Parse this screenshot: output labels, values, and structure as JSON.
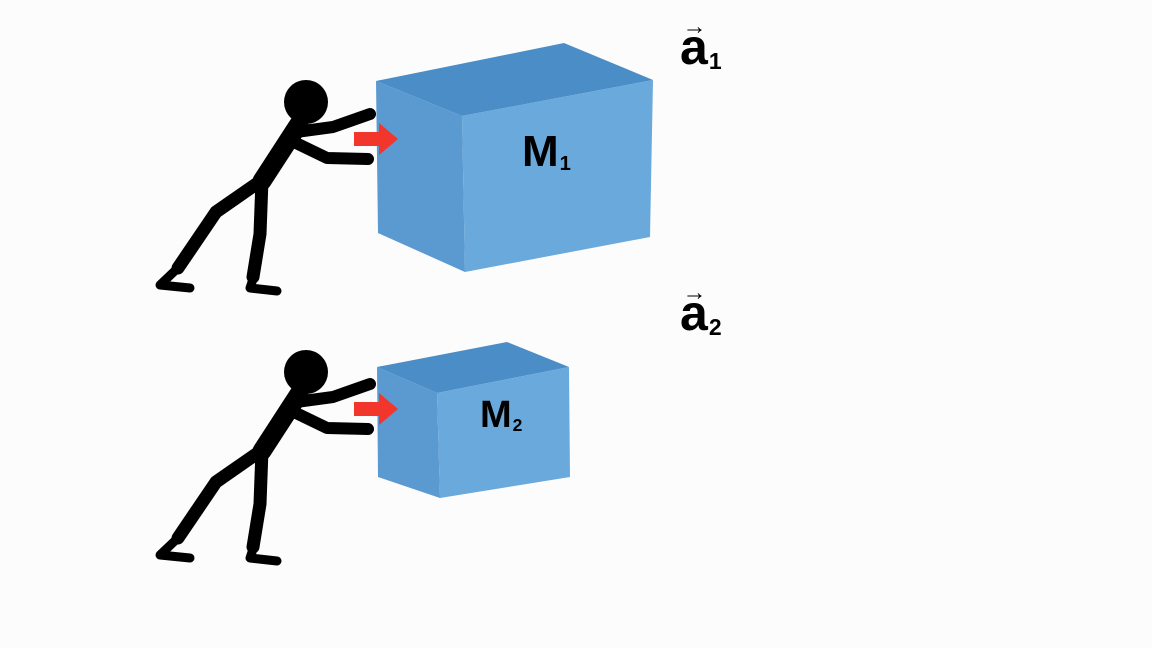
{
  "colors": {
    "background": "#fcfcfc",
    "block_top_face": "#4b8dc6",
    "block_left_face": "#5b99d1",
    "block_front_face": "#6aa9db",
    "figure": "#000000",
    "force_arrow": "#f3362b",
    "text": "#000000"
  },
  "scene1": {
    "mass_label": {
      "base": "M",
      "subscript": "1"
    },
    "accel_label": {
      "base": "a",
      "arrow": "→",
      "subscript": "1"
    }
  },
  "scene2": {
    "mass_label": {
      "base": "M",
      "subscript": "2"
    },
    "accel_label": {
      "base": "a",
      "arrow": "→",
      "subscript": "2"
    }
  }
}
